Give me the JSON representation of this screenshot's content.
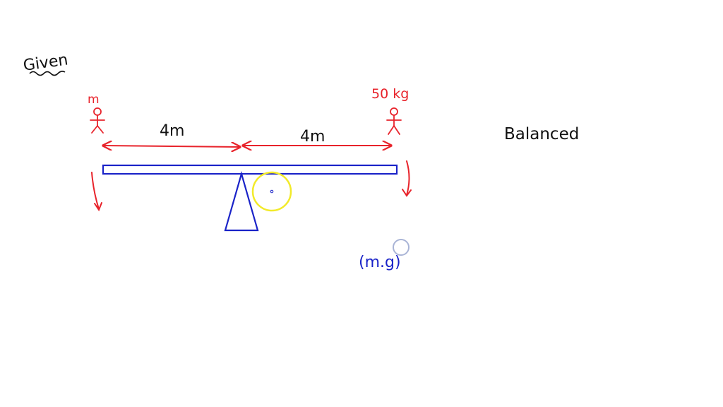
{
  "given_label": "Given",
  "left_mass_label": "m",
  "right_mass_label": "50 kg",
  "left_distance_label": "4m",
  "right_distance_label": "4m",
  "status_label": "Balanced",
  "weight_label": "(m.g)",
  "colors": {
    "ink_black": "#111111",
    "ink_red": "#e8232b",
    "ink_blue": "#1a23c8",
    "cursor_yellow": "#f2ea2a",
    "pointer_grey": "#a9b4d6"
  }
}
